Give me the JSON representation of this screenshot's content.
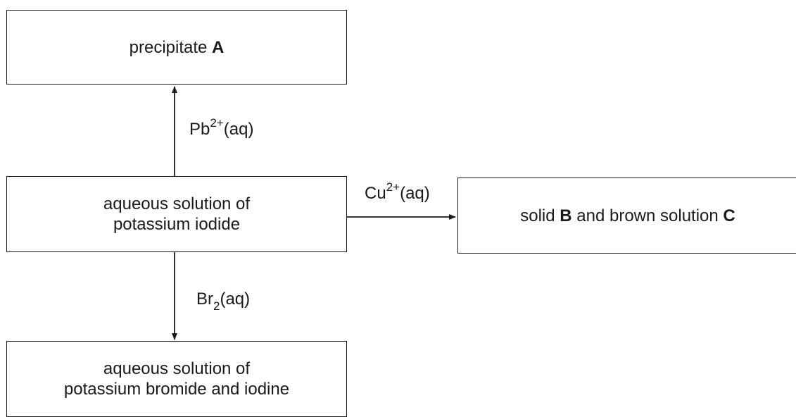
{
  "boxes": {
    "precipitate_a": {
      "text": "precipitate ",
      "bold": "A"
    },
    "potassium_iodide": {
      "line1": "aqueous solution of",
      "line2": "potassium iodide"
    },
    "solid_b_solution_c": {
      "pre": "solid ",
      "bold1": "B",
      "mid": " and brown solution ",
      "bold2": "C"
    },
    "potassium_bromide_iodine": {
      "line1": "aqueous solution of",
      "line2": "potassium bromide and iodine"
    }
  },
  "reagents": {
    "lead": {
      "base": "Pb",
      "charge": "2+",
      "state": "(aq)"
    },
    "copper": {
      "base": "Cu",
      "charge": "2+",
      "state": "(aq)"
    },
    "bromine": {
      "base": "Br",
      "subscript": "2",
      "state": "(aq)"
    }
  }
}
